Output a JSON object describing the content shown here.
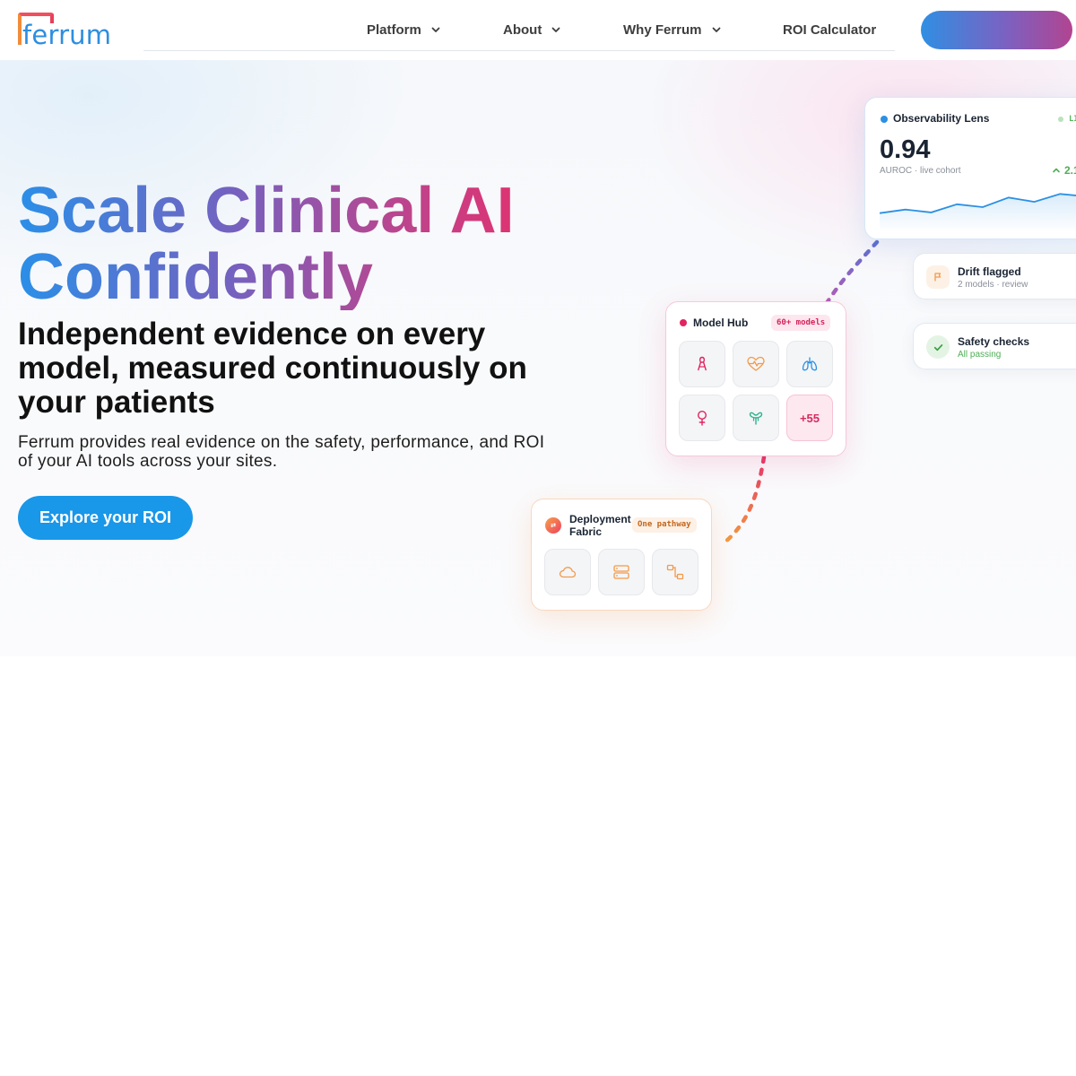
{
  "brand": {
    "name": "ferrum",
    "logo_bracket_colors": [
      "#f28c3a",
      "#ef4f5e",
      "#e8405a"
    ],
    "logo_text_color": "#2d8ee0"
  },
  "nav": {
    "items": [
      {
        "label": "Platform",
        "has_dropdown": true
      },
      {
        "label": "About",
        "has_dropdown": true
      },
      {
        "label": "Why Ferrum",
        "has_dropdown": true
      },
      {
        "label": "ROI Calculator",
        "has_dropdown": false
      }
    ],
    "cta_label": "",
    "cta_gradient": [
      "#2f8fe3",
      "#7a62c2",
      "#b24491"
    ]
  },
  "hero": {
    "headline_line1": "Scale Clinical AI",
    "headline_line2": "Confidently",
    "headline_gradient": [
      "#2a8fe8",
      "#7561bf",
      "#b9468f",
      "#ea2d69"
    ],
    "subhead": "Independent evidence on every model, measured continuously on your patients",
    "description": "Ferrum provides real evidence on the safety, performance, and ROI of your AI tools across your sites.",
    "cta_label": "Explore your ROI",
    "cta_color": "#1997e9"
  },
  "observability": {
    "title": "Observability Lens",
    "live_label": "LI",
    "value": "0.94",
    "subtitle": "AUROC · live cohort",
    "delta": "2.1",
    "sparkline": [
      0.35,
      0.5,
      0.38,
      0.72,
      0.6,
      1.0,
      0.82,
      1.15,
      1.05
    ],
    "accent": "#2b90e3"
  },
  "drift": {
    "title": "Drift flagged",
    "subtitle": "2 models · review",
    "icon": "flag-icon",
    "accent": "#f29a4a"
  },
  "safety": {
    "title": "Safety checks",
    "subtitle": "All passing",
    "icon": "check-icon",
    "accent": "#4fae55"
  },
  "model_hub": {
    "title": "Model Hub",
    "badge": "60+ models",
    "tiles": [
      {
        "icon": "ribbon-icon",
        "color": "#e1245f"
      },
      {
        "icon": "heartbeat-icon",
        "color": "#f29a4a"
      },
      {
        "icon": "lungs-icon",
        "color": "#2b90e3"
      },
      {
        "icon": "female-icon",
        "color": "#e1245f"
      },
      {
        "icon": "uterus-icon",
        "color": "#2bb38a"
      }
    ],
    "more_label": "+55"
  },
  "deployment": {
    "title": "Deployment Fabric",
    "badge": "One pathway",
    "icon_label": "⇄",
    "tiles": [
      {
        "icon": "cloud-icon"
      },
      {
        "icon": "server-icon"
      },
      {
        "icon": "integration-icon"
      }
    ],
    "accent": "#f29a4a"
  }
}
